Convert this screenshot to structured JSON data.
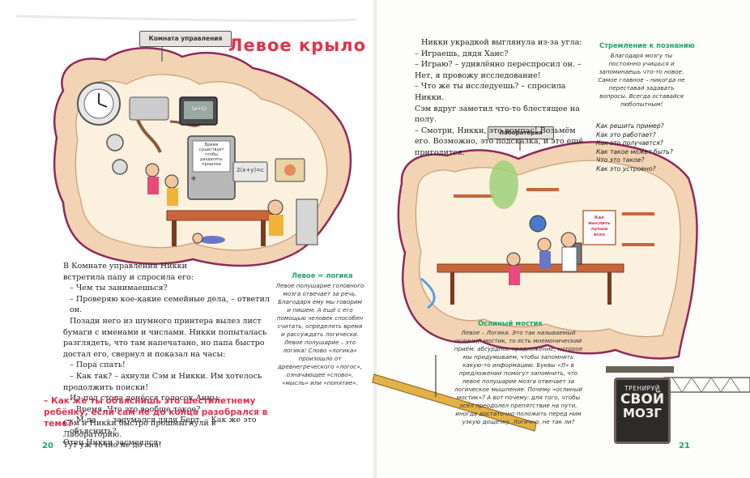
{
  "left_page": {
    "sign_label": "Комната управления",
    "title": "Левое крыло",
    "page_number": "20",
    "screen_texts": {
      "monitor_small": "(a+b)",
      "formula": "2(x+y)=c",
      "doc_text": "Время существует чтобы разделять прошлое",
      "plus_sign": "+"
    },
    "story": [
      "В Комнате управления Никки",
      "встретила папу и спросила его:",
      "– Чем ты занимаешься?",
      "– Проверяю кое-какие семейные дела, – ответил он.",
      "Позади него из шумного принтера вылез лист бумаги с именами и числами. Никки попыталась разглядеть, что там напечатано, но папа быстро достал его, свернул и показал на часы:",
      "– Пора спать!",
      "– Как так? – ахнули Сэм и Никки. Им хотелось продолжить поиски!",
      "Из-под стола донёсся голосок Анны:",
      "– Время. Что это вообще такое?",
      "– М-да… – задумался дядя Берт. – Как же это объяснить?",
      "Отец Никки засмеялся:"
    ],
    "quote": "– Как же ты объяснишь это шестилетнему ребёнку, если сам не до конца разобрался в теме?",
    "after_quote": [
      "Сэм и Никки быстро прошмыгнули в Лабораторию.",
      "Тут уж точно не до сна!"
    ]
  },
  "right_page": {
    "page_number": "21",
    "story": [
      "Никки украдкой выглянула из-за угла:",
      "– Играешь, дядя Ханс?",
      "– Играю? – удивлённо переспросил он. – Нет, я провожу исследование!",
      "– Что же ты исследуешь? – спросила Никки.",
      "Сэм вдруг заметил что-то блестящее на полу.",
      "– Смотри, Никки, это компас! Возьмём его. Возможно, это подсказка, и это ещё пригодится."
    ],
    "lab_sign": "Лаборатория",
    "board_text": "Как мыслить лучше всех",
    "aspiration_box": {
      "title": "Стремление к познанию",
      "text": "Благодаря мозгу ты постоянно учишься и запоминаешь что-то новое. Самое главное – никогда не переставай задавать вопросы. Всегда оставайся любопытным!"
    },
    "questions": [
      "Как решить пример?",
      "Как это работает?",
      "Как это получается?",
      "Как такое может быть?",
      "Что это такое?",
      "Как это устроено?"
    ],
    "logic_box": {
      "title": "Левое = логика",
      "text": "Левое полушарие головного мозга отвечает за речь. Благодаря ему мы говорим и пишем. А ещё с его помощью человек способен считать, определять время и рассуждать логически. Левое полушарие – это логика! Слово «логика» произошло от древнегреческого «логос», означающее «слово», «мысль» или «понятие»."
    },
    "bridge_box": {
      "title": "Ослиный мостик",
      "text": "Левое – Логика. Это так называемый ослиный мостик, то есть мнемонический приём: абсурдное предложение, которое мы придумываем, чтобы запомнить какую-то информацию. Буквы «Л» в предложении помогут запомнить, что левое полушарие мозга отвечает за логическое мышление. Почему «ослиный мостик»? А вот почему: для того, чтобы осёл преодолел препятствие на пути, иногда достаточно положить перед ним узкую дощечку. Логично, не так ли?"
    },
    "train_sign": {
      "line1": "ТРЕНИРУЙ",
      "line2": "СВОЙ",
      "line3": "МОЗГ"
    }
  },
  "colors": {
    "accent_red": "#e2324a",
    "accent_green": "#1fa36e",
    "brain_fill": "#f2d3b4",
    "brain_outline": "#8e2a5a",
    "room_fill": "#fbf1de"
  }
}
